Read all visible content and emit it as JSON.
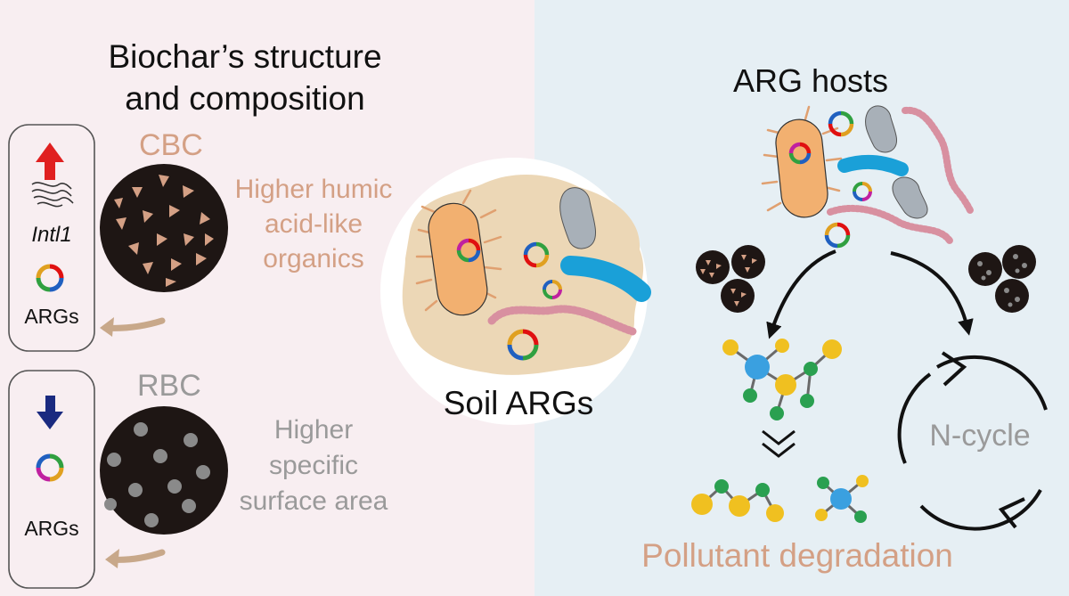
{
  "left_panel": {
    "title_line1": "Biochar’s structure",
    "title_line2": "and composition",
    "cbc": {
      "name": "CBC",
      "desc_line1": "Higher humic",
      "desc_line2": "acid-like",
      "desc_line3": "organics",
      "gene_label": "Intl1",
      "args_label": "ARGs"
    },
    "rbc": {
      "name": "RBC",
      "desc_line1": "Higher",
      "desc_line2": "specific",
      "desc_line3": "surface area",
      "args_label": "ARGs"
    }
  },
  "center": {
    "label": "Soil ARGs"
  },
  "right_panel": {
    "title": "ARG hosts",
    "cycle_label": "N-cycle",
    "degradation_label": "Pollutant degradation"
  },
  "colors": {
    "left_bg": "#f8eef1",
    "right_bg": "#e6eff4",
    "cbc_text": "#d4a085",
    "rbc_text": "#9a9a9a",
    "up_arrow": "#e02020",
    "down_arrow": "#1a2a80",
    "biochar": "#1e1614",
    "molecule_blue": "#3aa0e0",
    "molecule_yellow": "#f0c020",
    "molecule_green": "#2aa050",
    "bacterium_orange": "#f2b070",
    "bacterium_grey": "#a8b0b8",
    "bacterium_blue": "#1aa0d8",
    "bacterium_pink": "#d890a0"
  }
}
